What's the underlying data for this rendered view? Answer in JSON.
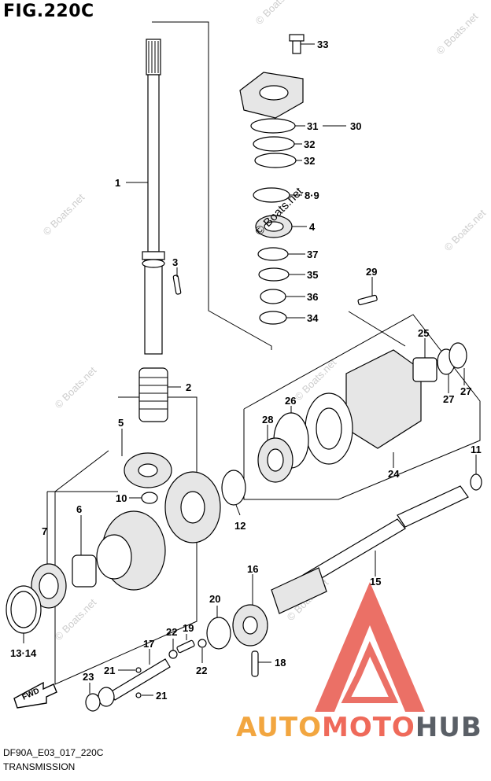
{
  "figure": {
    "title": "FIG.220C",
    "model_code": "DF90A_E03_017_220C",
    "subtitle": "TRANSMISSION"
  },
  "watermark": {
    "text": "© Boats.net",
    "overlay_text": "© Boats.net"
  },
  "brand": {
    "part1": "AUTO",
    "part2": "MOTO",
    "part3": "HUB",
    "colors": {
      "auto": "#f2a640",
      "moto": "#ef6a5a",
      "hub": "#5a5f66",
      "logo_red": "#e8574c"
    }
  },
  "fwd_label": "FWD",
  "callouts": [
    {
      "id": "c33",
      "label": "33"
    },
    {
      "id": "c31",
      "label": "31"
    },
    {
      "id": "c30",
      "label": "30"
    },
    {
      "id": "c32a",
      "label": "32"
    },
    {
      "id": "c32b",
      "label": "32"
    },
    {
      "id": "c1",
      "label": "1"
    },
    {
      "id": "c89",
      "label": "8·9"
    },
    {
      "id": "c4",
      "label": "4"
    },
    {
      "id": "c37",
      "label": "37"
    },
    {
      "id": "c3",
      "label": "3"
    },
    {
      "id": "c35",
      "label": "35"
    },
    {
      "id": "c29",
      "label": "29"
    },
    {
      "id": "c36",
      "label": "36"
    },
    {
      "id": "c34",
      "label": "34"
    },
    {
      "id": "c25",
      "label": "25"
    },
    {
      "id": "c2",
      "label": "2"
    },
    {
      "id": "c27a",
      "label": "27"
    },
    {
      "id": "c27b",
      "label": "27"
    },
    {
      "id": "c26",
      "label": "26"
    },
    {
      "id": "c5",
      "label": "5"
    },
    {
      "id": "c28",
      "label": "28"
    },
    {
      "id": "c11",
      "label": "11"
    },
    {
      "id": "c24",
      "label": "24"
    },
    {
      "id": "c10",
      "label": "10"
    },
    {
      "id": "c6",
      "label": "6"
    },
    {
      "id": "c7",
      "label": "7"
    },
    {
      "id": "c12",
      "label": "12"
    },
    {
      "id": "c16",
      "label": "16"
    },
    {
      "id": "c15",
      "label": "15"
    },
    {
      "id": "c20",
      "label": "20"
    },
    {
      "id": "c1314",
      "label": "13·14"
    },
    {
      "id": "c22a",
      "label": "22"
    },
    {
      "id": "c19",
      "label": "19"
    },
    {
      "id": "c17",
      "label": "17"
    },
    {
      "id": "c21a",
      "label": "21"
    },
    {
      "id": "c22b",
      "label": "22"
    },
    {
      "id": "c18",
      "label": "18"
    },
    {
      "id": "c23",
      "label": "23"
    },
    {
      "id": "c21b",
      "label": "21"
    }
  ]
}
